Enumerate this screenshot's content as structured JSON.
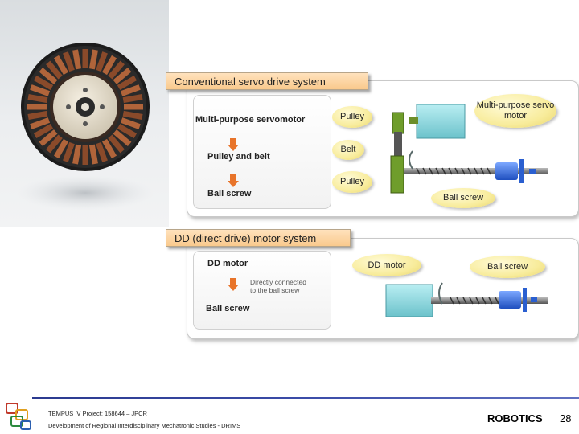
{
  "conventional": {
    "header": "Conventional servo drive system",
    "flow": [
      "Multi-purpose servomotor",
      "Pulley and belt",
      "Ball screw"
    ],
    "callouts": {
      "pulley_top": "Pulley",
      "belt": "Belt",
      "pulley_bottom": "Pulley",
      "servo_motor": "Multi-purpose servo motor",
      "ball_screw": "Ball screw"
    }
  },
  "direct_drive": {
    "header": "DD (direct drive) motor system",
    "flow": [
      "DD motor",
      "Ball screw"
    ],
    "note": [
      "Directly connected",
      "to the ball screw"
    ],
    "callouts": {
      "dd_motor": "DD motor",
      "ball_screw": "Ball screw"
    }
  },
  "footer": {
    "project": "TEMPUS IV Project: 158644 – JPCR",
    "program": "Development of Regional Interdisciplinary Mechatronic Studies - DRIMS",
    "brand": "ROBOTICS",
    "page": "28"
  },
  "colors": {
    "header_tab": "#f9c98c",
    "callout_fill": "#f8ec9c",
    "flow_arrow": "#e8742a",
    "motor_body": "#7fd0d8",
    "nut_blue": "#2a5fd0",
    "footer_rule": "#2b3a8f"
  }
}
